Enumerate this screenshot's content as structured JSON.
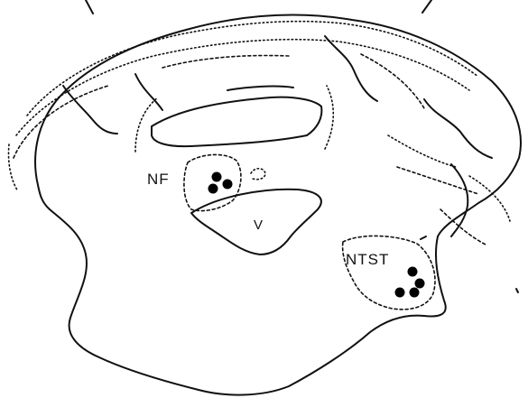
{
  "labels": {
    "nf": "NF",
    "v": "V",
    "ntst": "NTST"
  },
  "colors": {
    "ink": "#111111",
    "background": "#ffffff"
  }
}
